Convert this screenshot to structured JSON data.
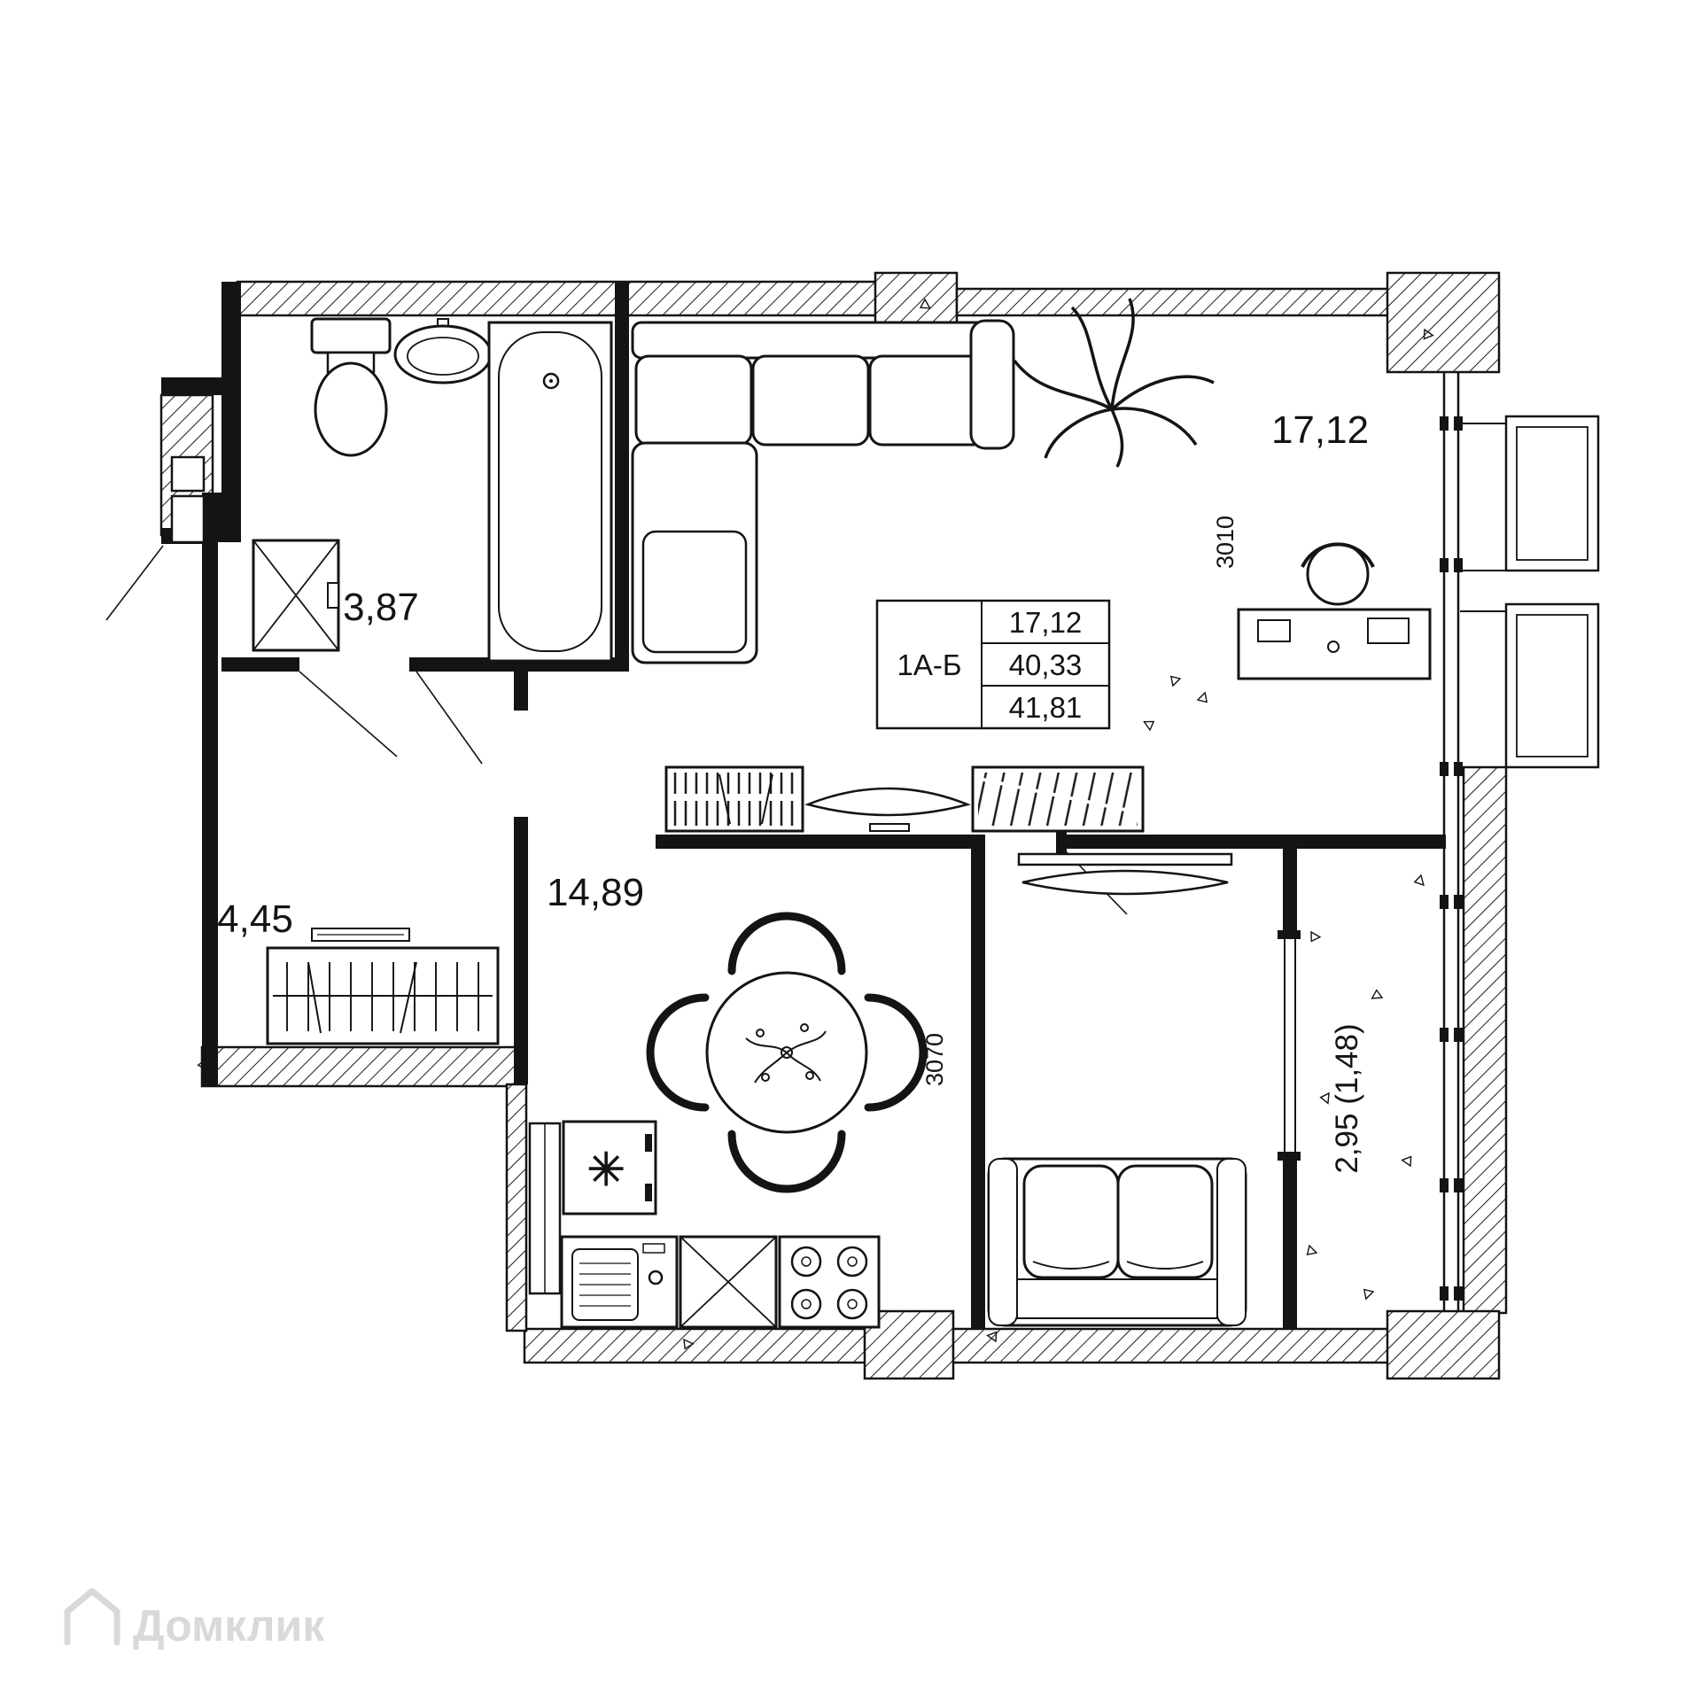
{
  "unit_table": {
    "unit_label": "1А-Б",
    "rows": [
      "17,12",
      "40,33",
      "41,81"
    ]
  },
  "rooms": {
    "living": "17,12",
    "bathroom": "3,87",
    "hall": "4,45",
    "kitchen": "14,89",
    "balcony": "2,95 (1,48)"
  },
  "dims": {
    "living": "3010",
    "kitchen": "3070"
  },
  "symbols": {
    "fridge": "✳"
  },
  "watermark": {
    "brand": "Домклик"
  },
  "colors": {
    "line": "#141414",
    "watermark": "#d9d9d9",
    "background": "#ffffff"
  }
}
